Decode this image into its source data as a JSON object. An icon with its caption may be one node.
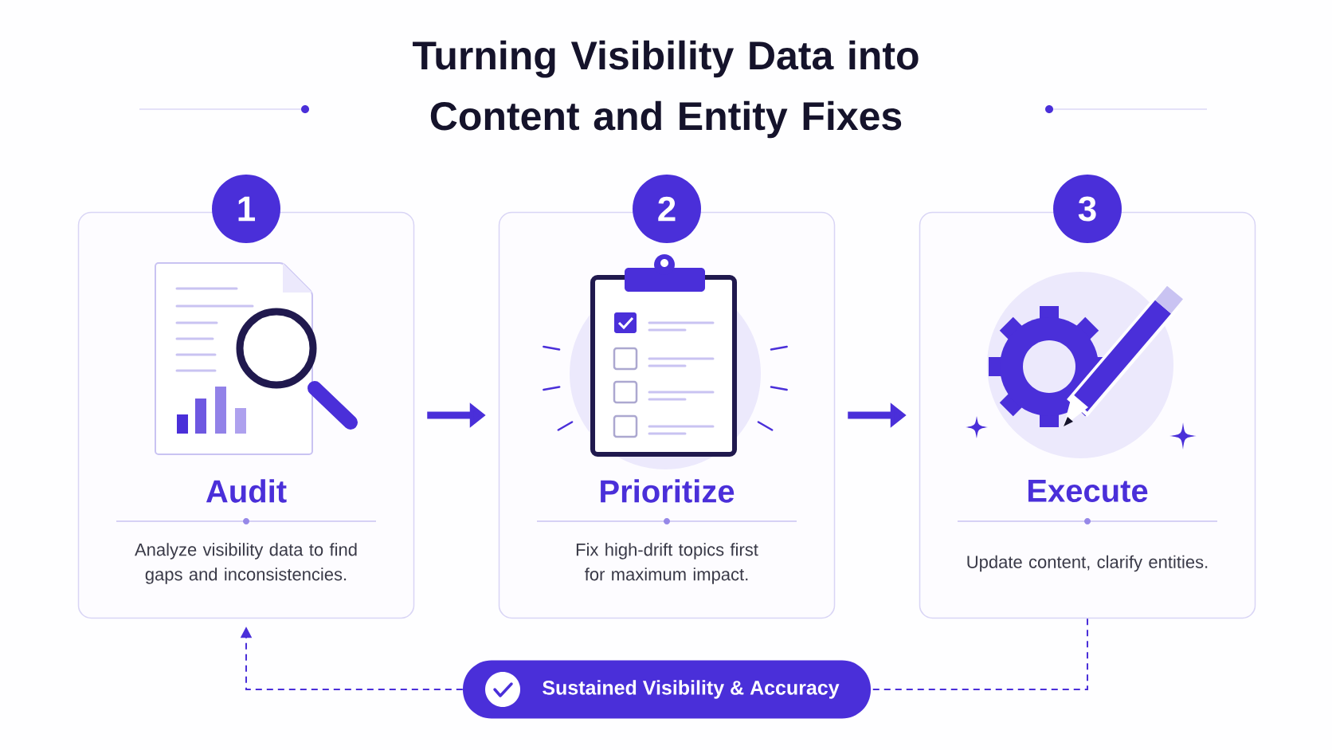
{
  "diagram": {
    "title": "Turning Visibility Data into Content and Entity Fixes",
    "nodes": [
      {
        "text": [
          "1",
          "Audit",
          "Analyze visibility data to find gaps and inconsistencies."
        ]
      },
      {
        "text": [
          "2",
          "Prioritize",
          "Fix high-drift topics first for maximum impact."
        ]
      },
      {
        "text": [
          "3",
          "Execute",
          "Update content, clarify entities."
        ]
      },
      {
        "text": [
          "Sustained Visibility & Accuracy"
        ]
      }
    ],
    "edges": [
      {
        "from": 0,
        "to": 1,
        "arrow": "to",
        "style": "thick"
      },
      {
        "from": 1,
        "to": 2,
        "arrow": "to",
        "style": "thick"
      },
      {
        "from": 2,
        "to": 3,
        "arrow": "none",
        "style": "dashed"
      },
      {
        "from": 3,
        "to": 0,
        "arrow": "to",
        "style": "dashed"
      }
    ]
  }
}
